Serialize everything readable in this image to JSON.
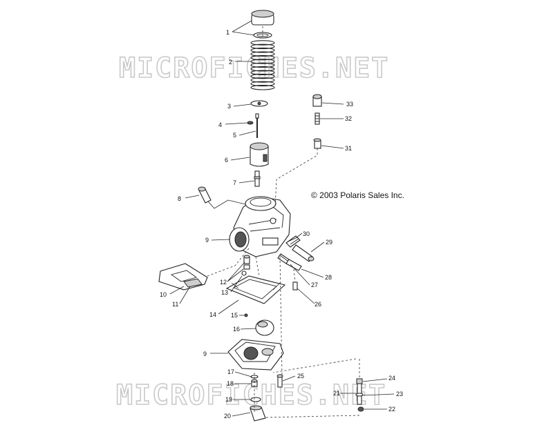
{
  "watermark": "MICROFICHES.NET",
  "copyright": "© 2003 Polaris Sales Inc.",
  "callouts": [
    "1",
    "2",
    "3",
    "4",
    "5",
    "6",
    "7",
    "8",
    "9",
    "10",
    "11",
    "12",
    "13",
    "14",
    "15",
    "16",
    "9",
    "17",
    "18",
    "19",
    "20",
    "21",
    "22",
    "23",
    "24",
    "25",
    "26",
    "27",
    "28",
    "29",
    "30",
    "31",
    "32",
    "33"
  ],
  "colors": {
    "line": "#222222",
    "watermark": "#c9c9c9",
    "background": "#ffffff"
  }
}
